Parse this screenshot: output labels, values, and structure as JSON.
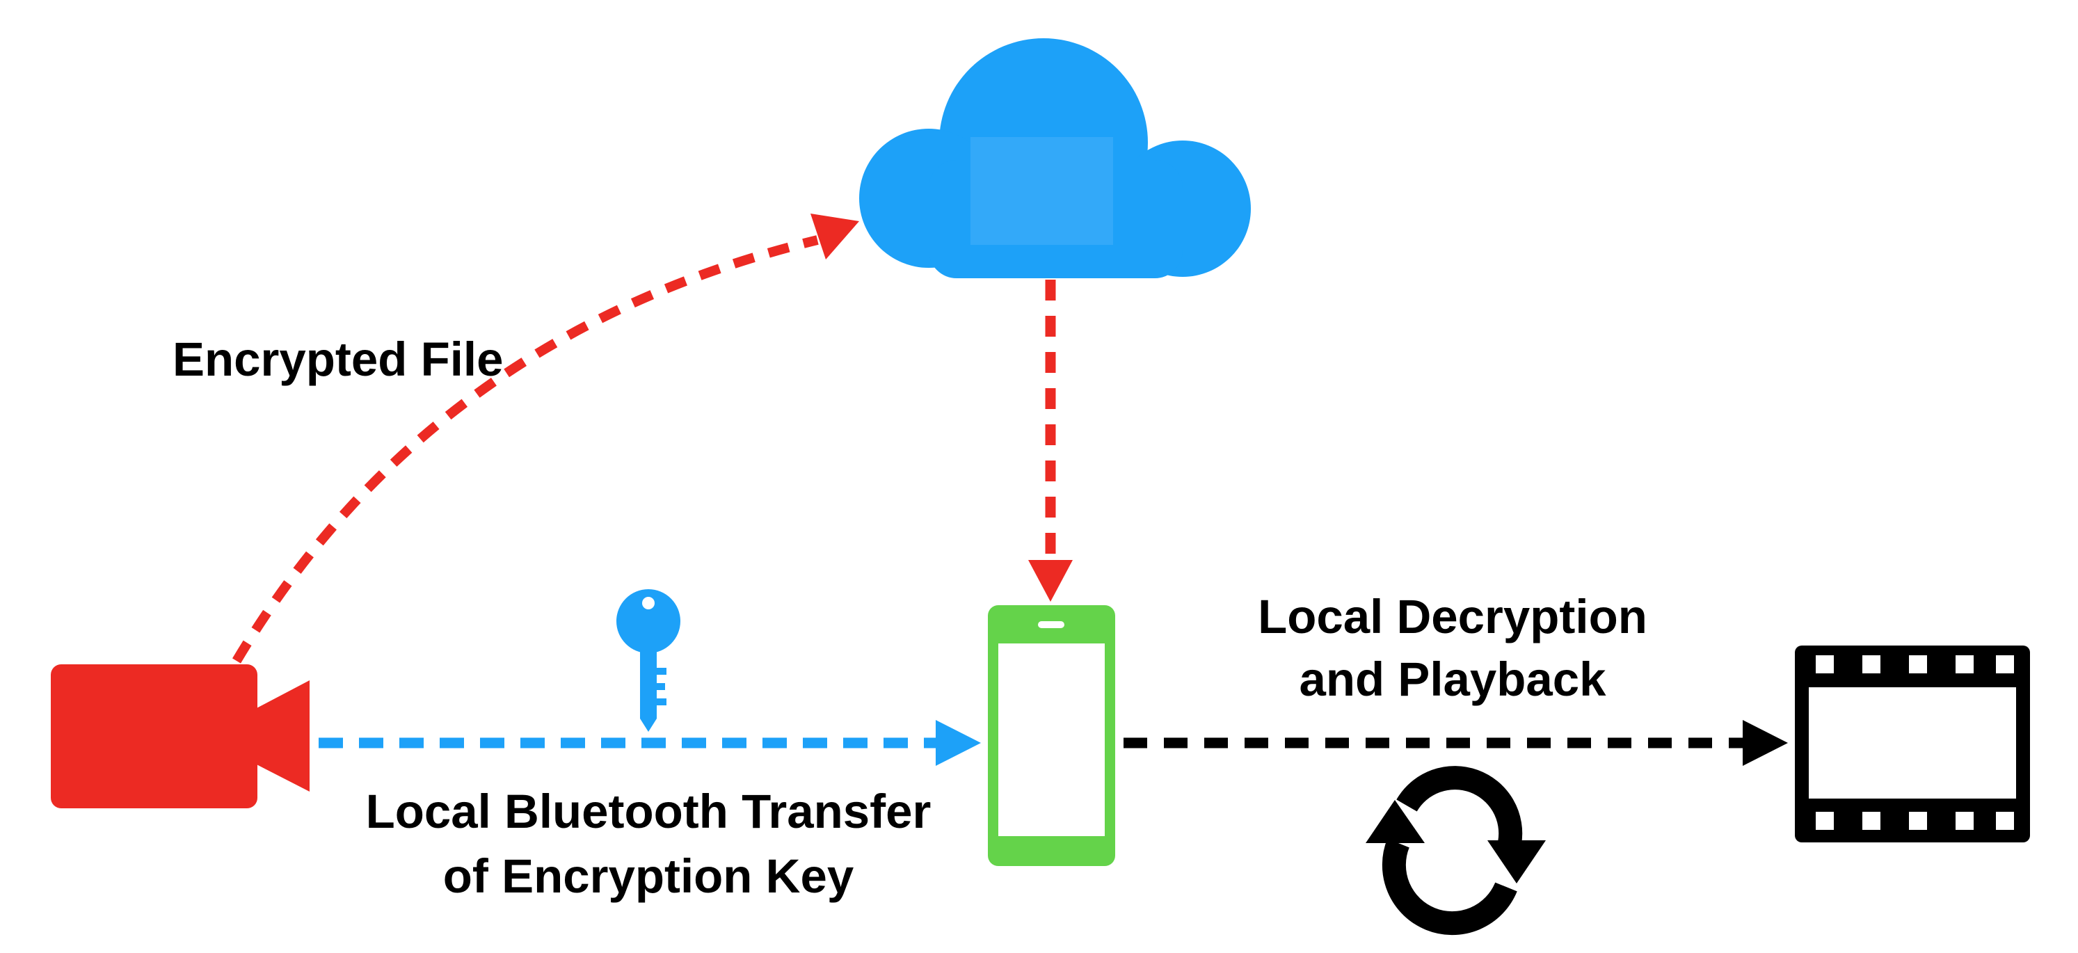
{
  "labels": {
    "encrypted_file": "Encrypted File",
    "bluetooth_line1": "Local Bluetooth Transfer",
    "bluetooth_line2": "of Encryption Key",
    "decryption_line1": "Local Decryption",
    "decryption_line2": "and Playback"
  },
  "colors": {
    "red": "#EC2A23",
    "blue": "#1DA1F8",
    "green": "#64D34A",
    "black": "#000000"
  },
  "icons": {
    "camera": "video-camera-icon",
    "cloud": "cloud-icon",
    "key": "key-icon",
    "phone": "smartphone-icon",
    "film": "film-strip-icon",
    "sync": "sync-arrows-icon"
  }
}
